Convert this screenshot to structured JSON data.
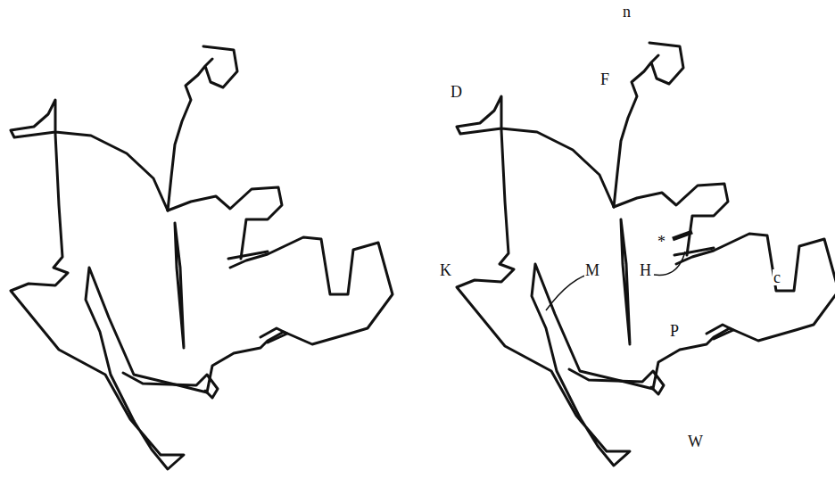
{
  "diagram": {
    "labels": [
      "n",
      "F",
      "D",
      "K",
      "M",
      "H",
      "*",
      "c",
      "P",
      "W"
    ]
  }
}
